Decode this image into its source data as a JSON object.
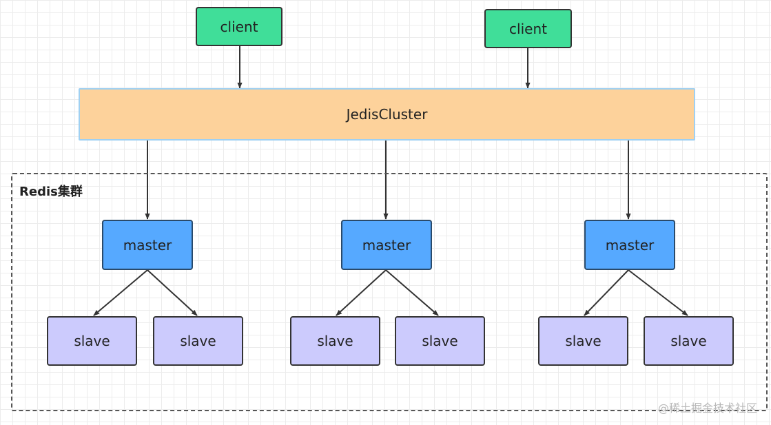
{
  "clients": [
    {
      "label": "client"
    },
    {
      "label": "client"
    }
  ],
  "jedis_cluster": {
    "label": "JedisCluster"
  },
  "cluster_group": {
    "label": "Redis集群"
  },
  "masters": [
    {
      "label": "master"
    },
    {
      "label": "master"
    },
    {
      "label": "master"
    }
  ],
  "slaves": [
    {
      "label": "slave"
    },
    {
      "label": "slave"
    },
    {
      "label": "slave"
    },
    {
      "label": "slave"
    },
    {
      "label": "slave"
    },
    {
      "label": "slave"
    }
  ],
  "watermark": "@稀土掘金技术社区",
  "colors": {
    "client": "#40de99",
    "jedis": "#fdd29b",
    "master": "#56a9ff",
    "slave": "#cccbfd"
  }
}
